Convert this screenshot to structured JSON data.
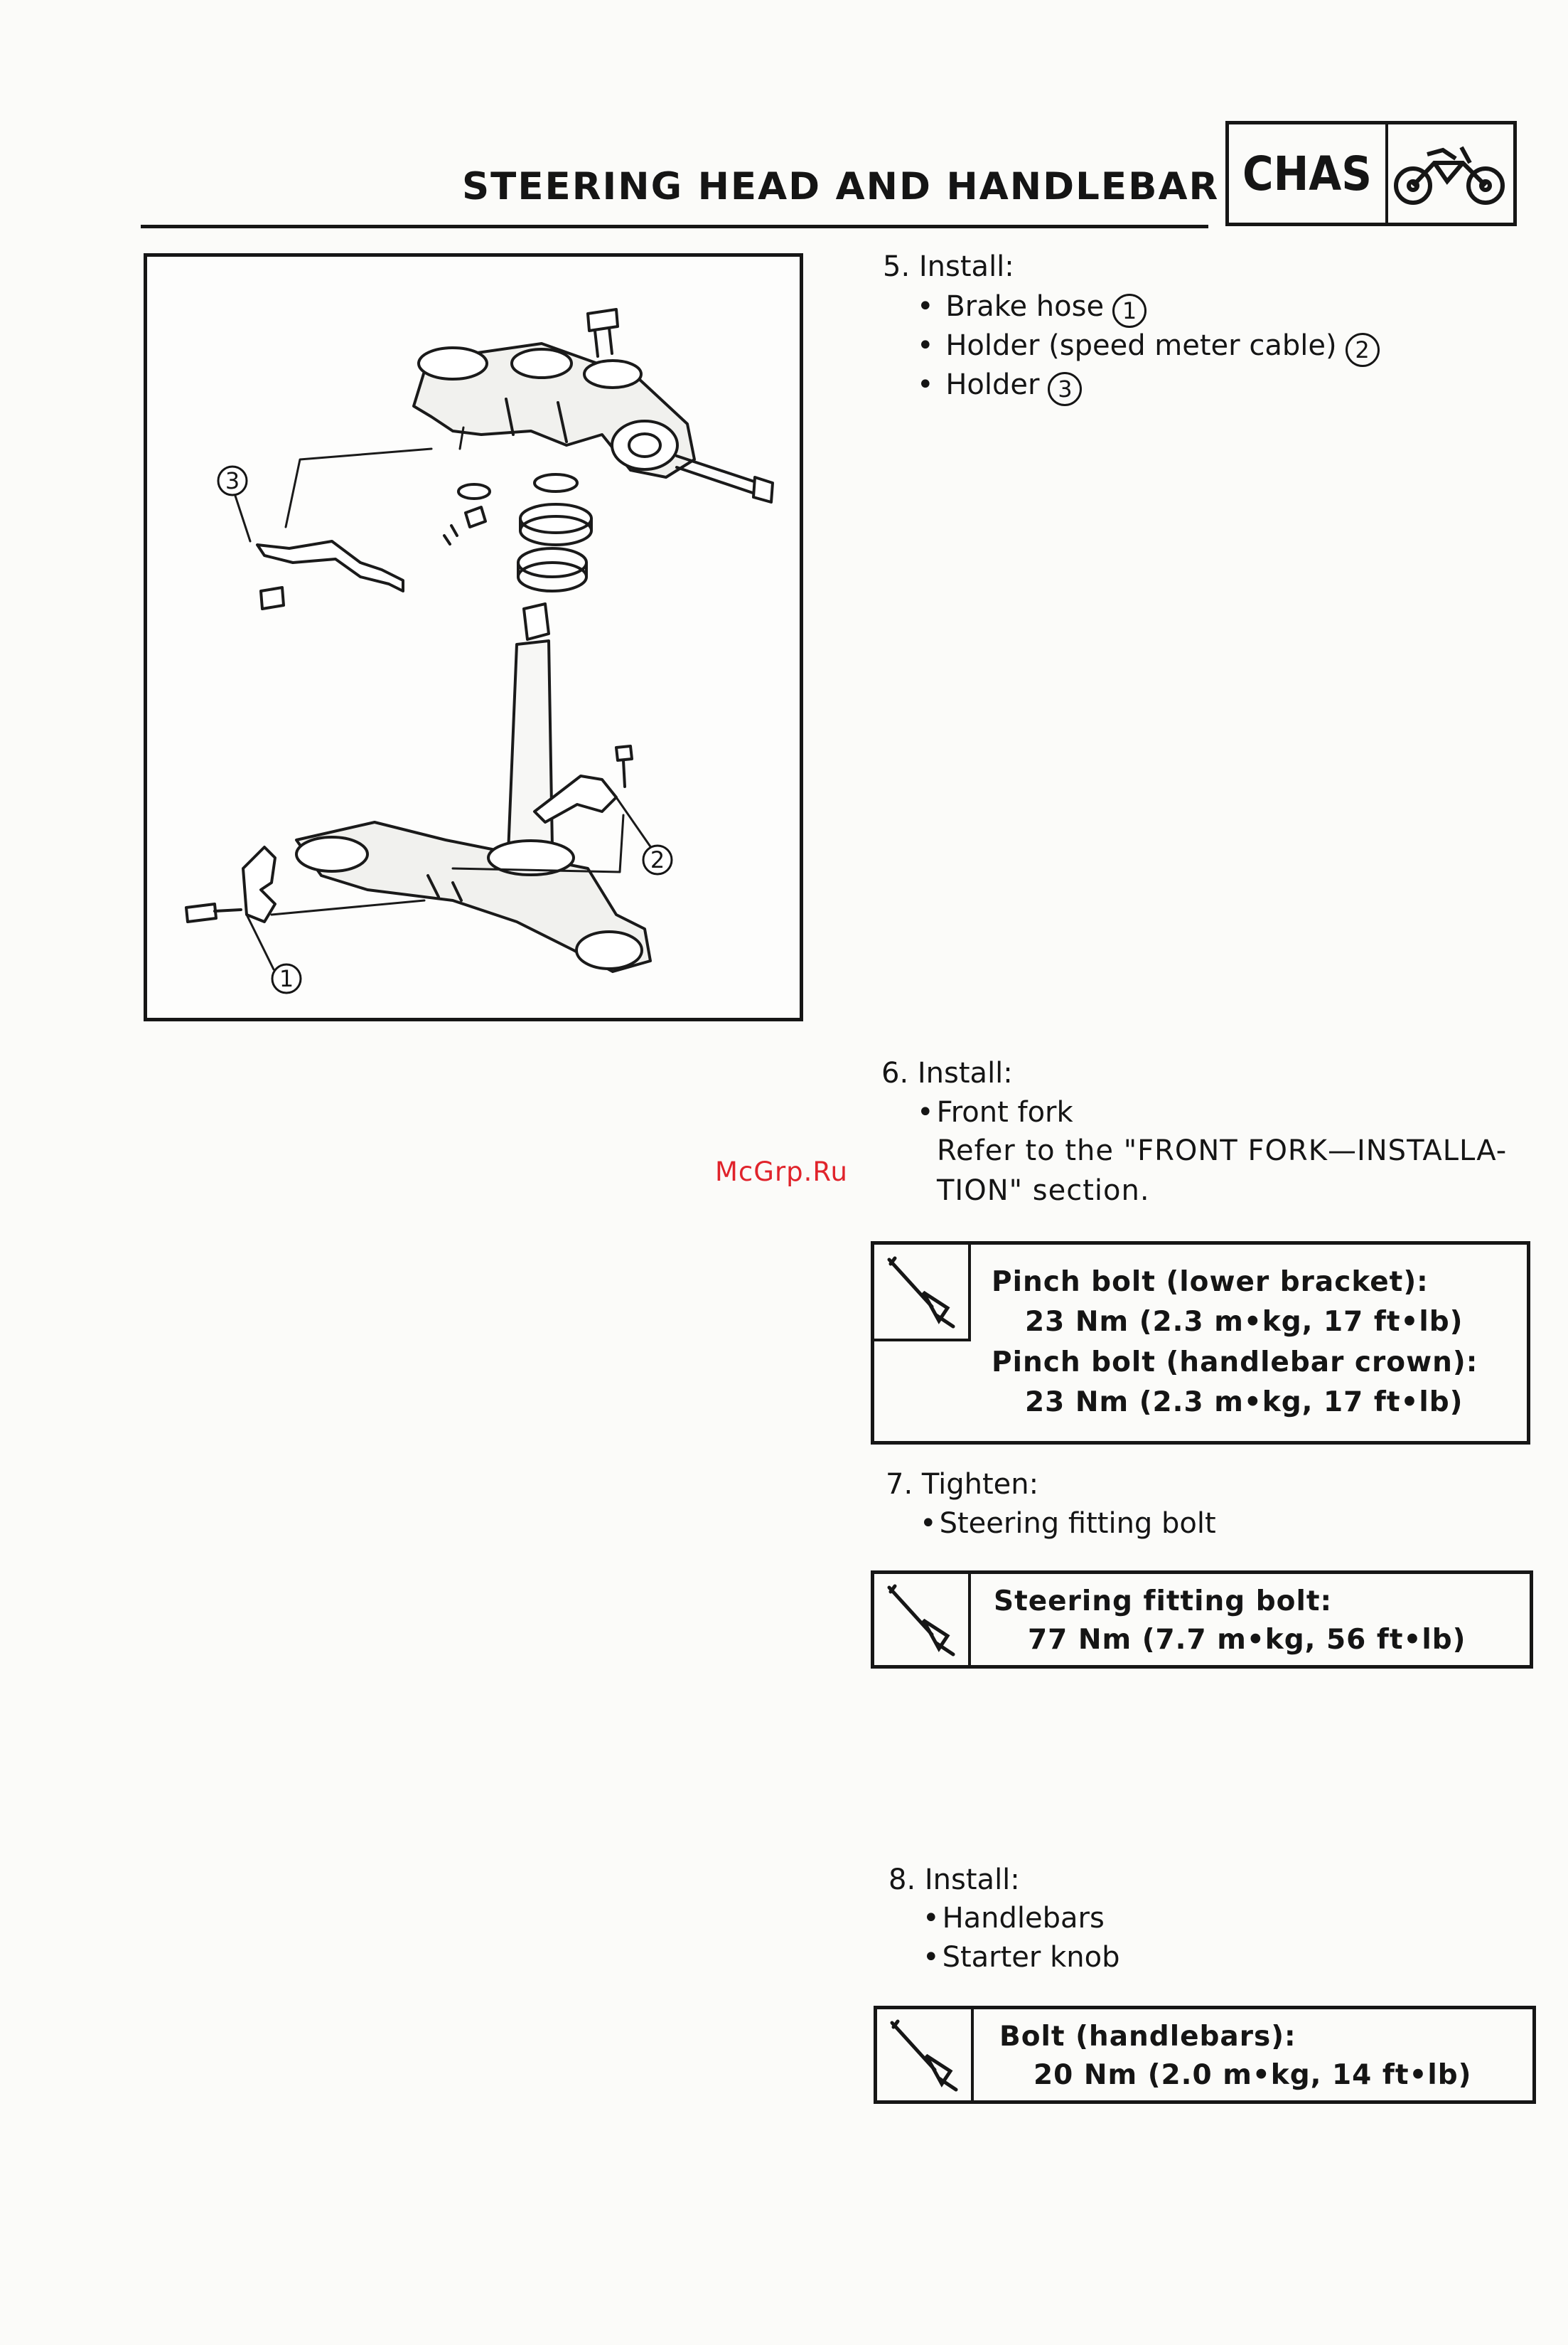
{
  "header": {
    "title": "STEERING HEAD AND HANDLEBAR",
    "section": "CHAS",
    "section_icon": "motorcycle-icon"
  },
  "figure": {
    "callouts": [
      "1",
      "2",
      "3"
    ]
  },
  "steps": {
    "s5": {
      "title": "5. Install:",
      "items": [
        {
          "text": "Brake hose",
          "mark": "1"
        },
        {
          "text": "Holder (speed meter cable)",
          "mark": "2"
        },
        {
          "text": "Holder",
          "mark": "3"
        }
      ]
    },
    "s6": {
      "title": "6. Install:",
      "item": "Front fork",
      "note_1": "Refer to the \"FRONT FORK—INSTALLA-",
      "note_2": "TION\" section.",
      "spec": [
        "Pinch bolt (lower bracket):",
        "23 Nm (2.3 m•kg, 17 ft•lb)",
        "Pinch bolt (handlebar crown):",
        "23 Nm (2.3 m•kg, 17 ft•lb)"
      ]
    },
    "s7": {
      "title": "7. Tighten:",
      "item": "Steering fitting bolt",
      "spec": [
        "Steering fitting bolt:",
        "77 Nm (7.7 m•kg, 56 ft•lb)"
      ]
    },
    "s8": {
      "title": "8. Install:",
      "items": [
        "Handlebars",
        "Starter knob"
      ],
      "spec": [
        "Bolt (handlebars):",
        "20 Nm (2.0 m•kg, 14 ft•lb)"
      ]
    }
  },
  "watermark": "McGrp.Ru",
  "spec_icon": "torque-wrench-icon"
}
